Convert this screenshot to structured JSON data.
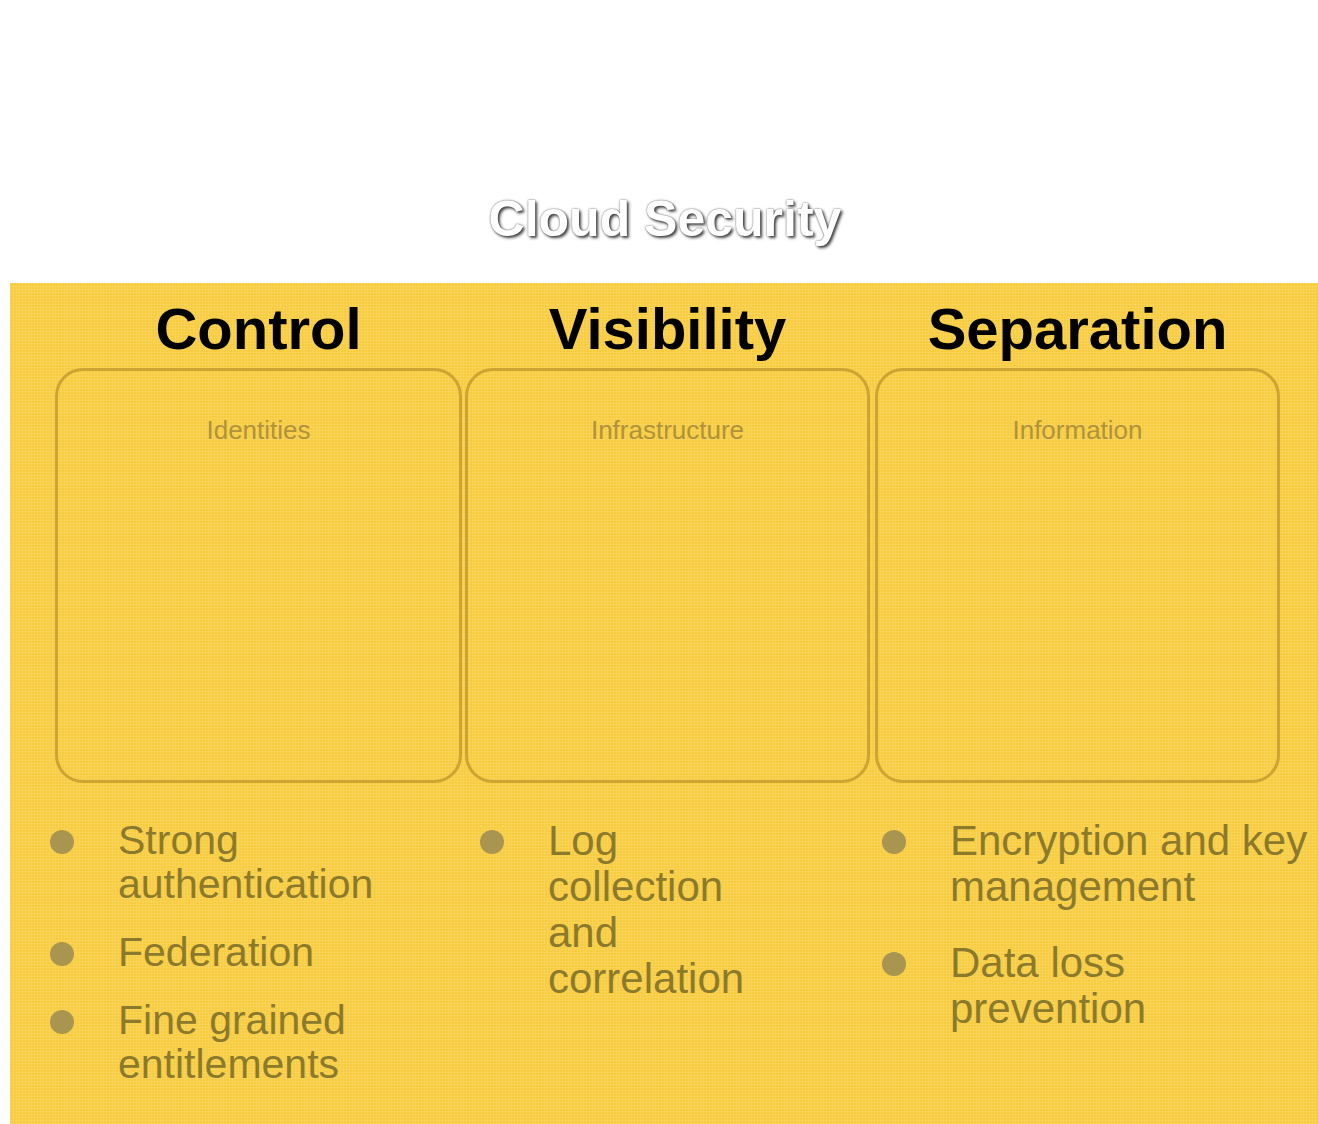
{
  "diagram": {
    "nodes": [
      {
        "text": [
          "Cloud Security"
        ]
      },
      {
        "text": [
          "Control",
          "Identities"
        ]
      },
      {
        "text": [
          "Visibility",
          "Infrastructure"
        ]
      },
      {
        "text": [
          "Separation",
          "Information"
        ]
      }
    ],
    "labels": [
      "Strong authentication",
      "Federation",
      "Fine grained entitlements",
      "Log collection and correlation",
      "Encryption and key management",
      "Data loss prevention"
    ]
  }
}
